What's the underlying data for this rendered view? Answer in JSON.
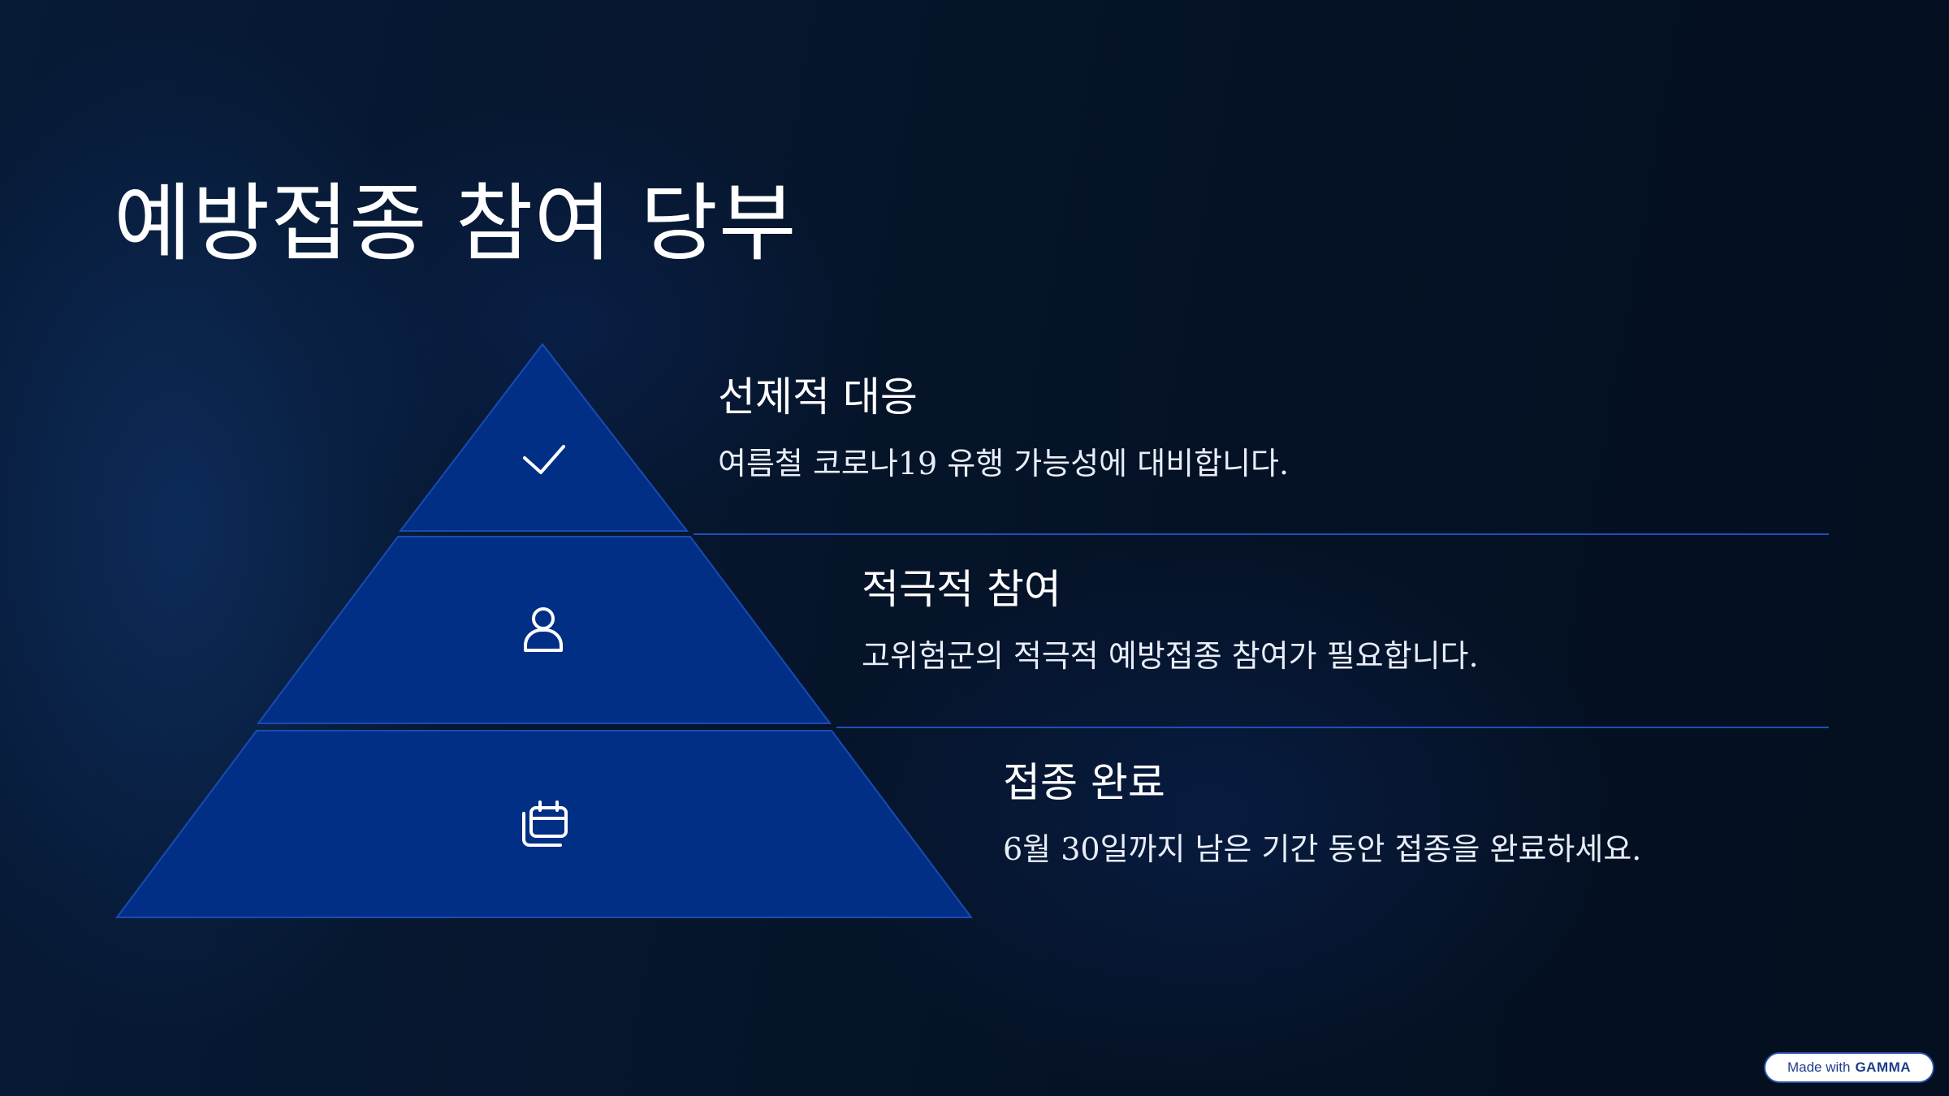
{
  "slide": {
    "title": "예방접종 참여 당부"
  },
  "tiers": [
    {
      "icon": "check-icon",
      "heading": "선제적 대응",
      "description": "여름철 코로나19 유행 가능성에 대비합니다."
    },
    {
      "icon": "user-icon",
      "heading": "적극적 참여",
      "description": "고위험군의 적극적 예방접종 참여가 필요합니다."
    },
    {
      "icon": "calendar-icon",
      "heading": "접종 완료",
      "description": "6월 30일까지 남은 기간 동안 접종을 완료하세요."
    }
  ],
  "badge": {
    "prefix": "Made with",
    "brand": "GAMMA"
  },
  "colors": {
    "tier_fill": "#022f86",
    "tier_stroke": "#1a4bb3",
    "divider": "#1f4fb8",
    "text": "#ffffff"
  }
}
